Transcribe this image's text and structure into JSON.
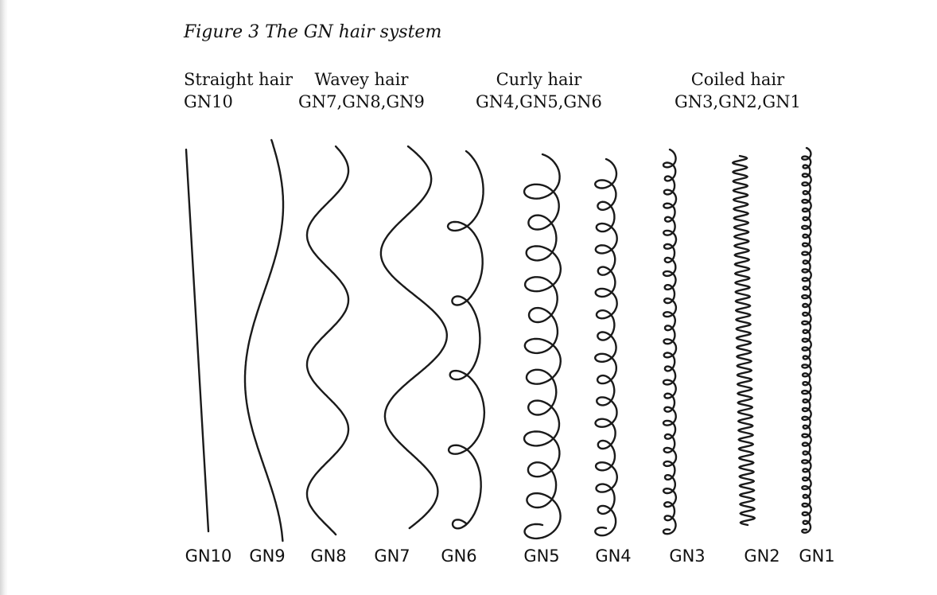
{
  "caption": "Figure 3 The GN hair system",
  "categories": [
    {
      "name": "Straight hair",
      "codes": "GN10"
    },
    {
      "name": "Wavey hair",
      "codes": "GN7,GN8,GN9"
    },
    {
      "name": "Curly hair",
      "codes": "GN4,GN5,GN6"
    },
    {
      "name": "Coiled hair",
      "codes": "GN3,GN2,GN1"
    }
  ],
  "strands": [
    {
      "label": "GN10",
      "type": "straight"
    },
    {
      "label": "GN9",
      "type": "wavy"
    },
    {
      "label": "GN8",
      "type": "wavy"
    },
    {
      "label": "GN7",
      "type": "wavy"
    },
    {
      "label": "GN6",
      "type": "curly"
    },
    {
      "label": "GN5",
      "type": "curly"
    },
    {
      "label": "GN4",
      "type": "curly"
    },
    {
      "label": "GN3",
      "type": "coiled"
    },
    {
      "label": "GN2",
      "type": "coiled"
    },
    {
      "label": "GN1",
      "type": "coiled"
    }
  ]
}
